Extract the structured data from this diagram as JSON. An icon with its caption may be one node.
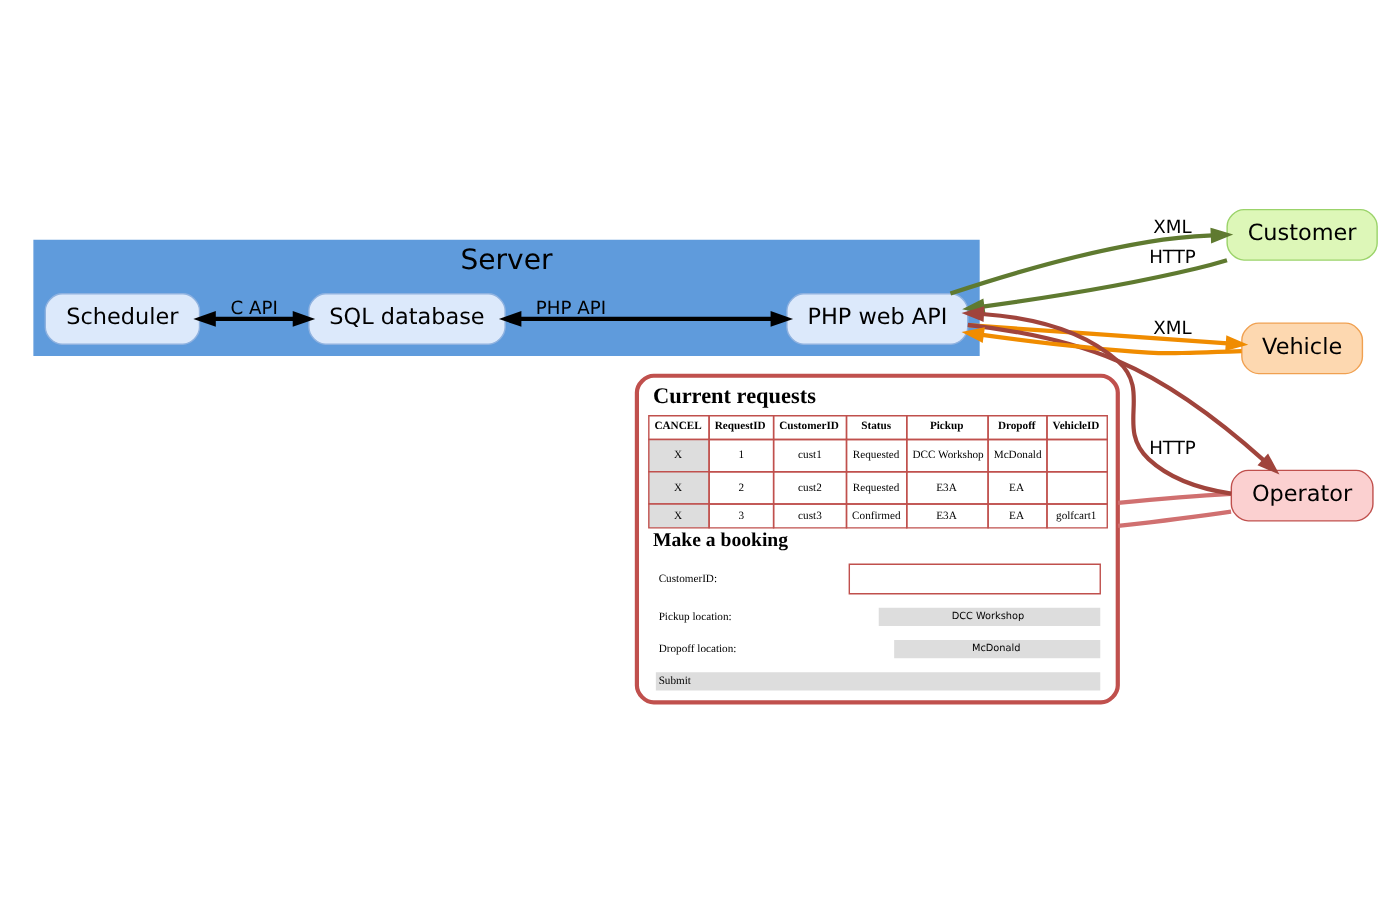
{
  "diagram": {
    "nodes": [
      {
        "text": [
          "Server"
        ]
      },
      {
        "text": [
          "Scheduler"
        ],
        "in": 0
      },
      {
        "text": [
          "SQL database"
        ],
        "in": 0
      },
      {
        "text": [
          "PHP web API"
        ],
        "in": 0
      },
      {
        "text": [
          "Customer"
        ]
      },
      {
        "text": [
          "Vehicle"
        ]
      },
      {
        "text": [
          "Current requests",
          "CANCEL",
          "RequestID",
          "CustomerID",
          "Status",
          "Pickup",
          "Dropoff",
          "VehicleID",
          "X",
          "1",
          "cust1",
          "Requested",
          "DCC Workshop",
          "McDonald",
          "X",
          "2",
          "cust2",
          "Requested",
          "E3A",
          "EA",
          "X",
          "3",
          "cust3",
          "Confirmed",
          "E3A",
          "EA",
          "golfcart1",
          "Make a booking",
          "CustomerID:",
          "Pickup location:",
          "DCC Workshop",
          "Dropoff location:",
          "McDonald",
          "Submit"
        ]
      },
      {
        "text": [
          "Operator"
        ]
      }
    ],
    "edges": [
      {
        "from": 1,
        "to": 2,
        "arrow": "both",
        "label": "C API",
        "color": "#000000"
      },
      {
        "from": 2,
        "to": 3,
        "arrow": "both",
        "label": "PHP API",
        "color": "#000000"
      },
      {
        "from": 3,
        "to": 4,
        "arrow": "to",
        "label": "XML",
        "color": "#5f7a30"
      },
      {
        "from": 4,
        "to": 3,
        "arrow": "to",
        "label": "HTTP",
        "color": "#5f7a30"
      },
      {
        "from": 5,
        "to": 3,
        "arrow": "to",
        "color": "#f08c00"
      },
      {
        "from": 3,
        "to": 5,
        "arrow": "to",
        "label": "XML",
        "color": "#f08c00"
      },
      {
        "from": 7,
        "to": 3,
        "arrow": "to",
        "label": "HTTP",
        "color": "#a0443c"
      },
      {
        "from": 3,
        "to": 7,
        "arrow": "to",
        "color": "#a0443c"
      },
      {
        "from": 6,
        "to": 7,
        "arrow": "none",
        "color": "#d07070"
      },
      {
        "from": 6,
        "to": 7,
        "arrow": "none",
        "color": "#d07070"
      }
    ]
  }
}
